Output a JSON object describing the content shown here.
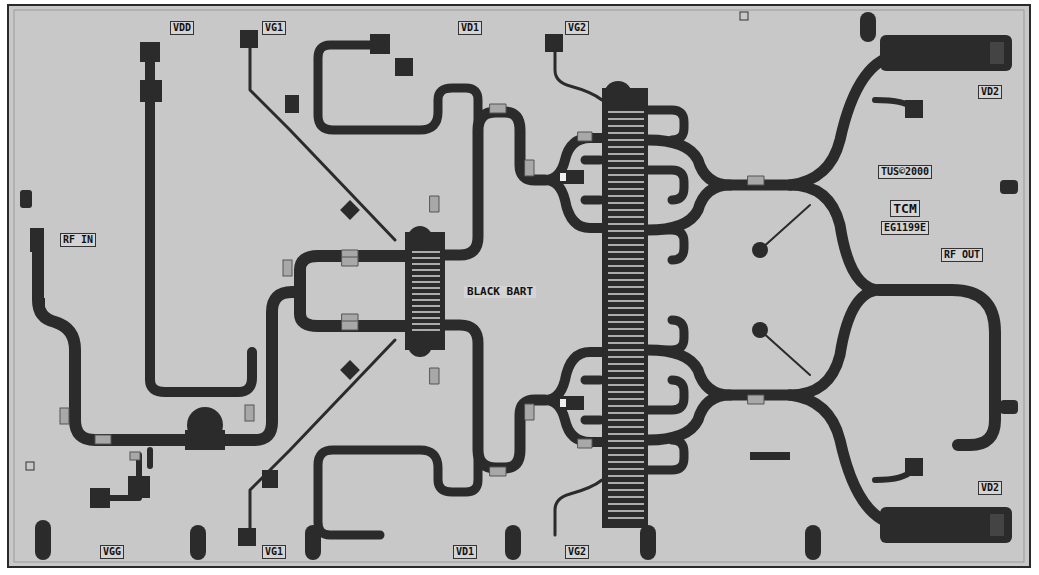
{
  "diagram": {
    "labels": [
      "VDD",
      "VG1",
      "VD1",
      "VG2",
      "VD2",
      "RF IN",
      "BLACK BART",
      "TUS©2000",
      "TCM",
      "EG1199E",
      "RF OUT",
      "VGG",
      "VG1",
      "VD1",
      "VG2",
      "VD2"
    ]
  }
}
